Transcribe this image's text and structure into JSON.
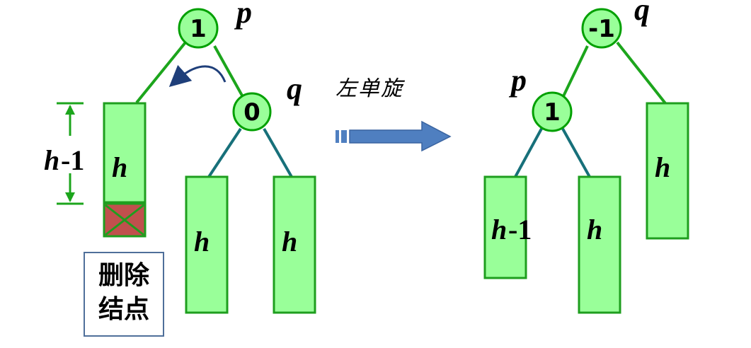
{
  "before": {
    "root": {
      "value": "1",
      "pointer": "p"
    },
    "right_child": {
      "value": "0",
      "pointer": "q"
    },
    "subtrees": {
      "left": "h",
      "right_left": "h",
      "right_right": "h"
    },
    "height_dim": {
      "var": "h",
      "suffix": "-1"
    },
    "delete_note": {
      "line1": "删除",
      "line2": "结点"
    }
  },
  "operation": "左单旋",
  "after": {
    "root": {
      "value": "-1",
      "pointer": "q"
    },
    "left_child": {
      "value": "1",
      "pointer": "p"
    },
    "subtrees": {
      "left_left_var": "h",
      "left_left_suffix": "-1",
      "left_right": "h",
      "right": "h"
    }
  },
  "colors": {
    "node_fill": "#99ff99",
    "node_stroke": "#00a000",
    "deleted_fill": "#c0504d",
    "arrow_fill": "#4f7fc0",
    "curve_arrow": "#1f3f7a"
  }
}
